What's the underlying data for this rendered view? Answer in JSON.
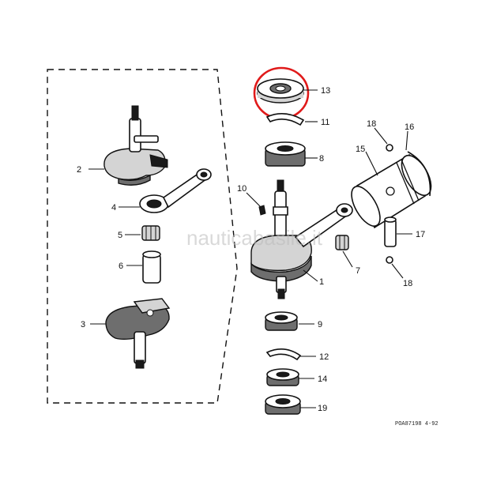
{
  "labels": {
    "l1": "1",
    "l2": "2",
    "l3": "3",
    "l4": "4",
    "l5": "5",
    "l6": "6",
    "l7": "7",
    "l8": "8",
    "l9": "9",
    "l10": "10",
    "l11": "11",
    "l12": "12",
    "l13": "13",
    "l14": "14",
    "l15": "15",
    "l16": "16",
    "l17": "17",
    "l18a": "18",
    "l18b": "18",
    "l19": "19"
  },
  "watermark": "nauticabasile.it",
  "drawing_code": "POA87198 4-92",
  "colors": {
    "highlight": "#e01a1a",
    "ink": "#111111"
  }
}
